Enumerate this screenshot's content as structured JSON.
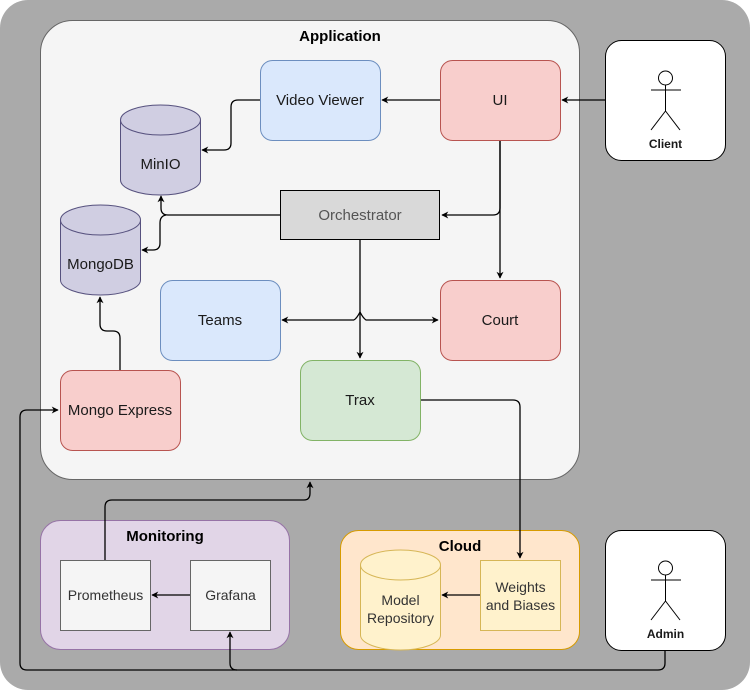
{
  "diagram": {
    "groups": {
      "application": {
        "title": "Application",
        "fill": "#f5f5f5",
        "stroke": "#666666"
      },
      "monitoring": {
        "title": "Monitoring",
        "fill": "#e1d5e7",
        "stroke": "#9673a6"
      },
      "cloud": {
        "title": "Cloud",
        "fill": "#ffe6cc",
        "stroke": "#d79b00"
      }
    },
    "background": "#aaaaaa",
    "nodes": {
      "video_viewer": {
        "label": "Video Viewer",
        "fill": "#dae8fc",
        "stroke": "#6c8ebf"
      },
      "ui": {
        "label": "UI",
        "fill": "#f8cecc",
        "stroke": "#b85450"
      },
      "minio": {
        "label": "MinIO",
        "fill": "#d0cee2",
        "stroke": "#56517e"
      },
      "mongodb": {
        "label": "MongoDB",
        "fill": "#d0cee2",
        "stroke": "#56517e"
      },
      "orchestrator": {
        "label": "Orchestrator",
        "fill": "#d9d9d9",
        "stroke": "#000000"
      },
      "teams": {
        "label": "Teams",
        "fill": "#dae8fc",
        "stroke": "#6c8ebf"
      },
      "court": {
        "label": "Court",
        "fill": "#f8cecc",
        "stroke": "#b85450"
      },
      "trax": {
        "label": "Trax",
        "fill": "#d5e8d4",
        "stroke": "#82b366"
      },
      "mongo_express": {
        "label": "Mongo Express",
        "fill": "#f8cecc",
        "stroke": "#b85450"
      },
      "prometheus": {
        "label": "Prometheus",
        "fill": "#f5f5f5",
        "stroke": "#666666"
      },
      "grafana": {
        "label": "Grafana",
        "fill": "#f5f5f5",
        "stroke": "#666666"
      },
      "model_repository": {
        "line1": "Model",
        "line2": "Repository",
        "fill": "#fff2cc",
        "stroke": "#d6b656"
      },
      "weights_biases": {
        "line1": "Weights",
        "line2": "and Biases",
        "fill": "#fff2cc",
        "stroke": "#d6b656"
      }
    },
    "actors": {
      "client": {
        "label": "Client"
      },
      "admin": {
        "label": "Admin"
      }
    },
    "edges": [
      {
        "from": "client",
        "to": "ui"
      },
      {
        "from": "ui",
        "to": "video_viewer"
      },
      {
        "from": "video_viewer",
        "to": "minio"
      },
      {
        "from": "ui",
        "to": "orchestrator"
      },
      {
        "from": "ui",
        "to": "court"
      },
      {
        "from": "orchestrator",
        "to": "minio"
      },
      {
        "from": "orchestrator",
        "to": "mongodb"
      },
      {
        "from": "orchestrator",
        "to": "teams"
      },
      {
        "from": "orchestrator",
        "to": "court"
      },
      {
        "from": "orchestrator",
        "to": "trax"
      },
      {
        "from": "mongo_express",
        "to": "mongodb"
      },
      {
        "from": "trax",
        "to": "weights_biases"
      },
      {
        "from": "weights_biases",
        "to": "model_repository"
      },
      {
        "from": "grafana",
        "to": "prometheus"
      },
      {
        "from": "prometheus",
        "to": "application"
      },
      {
        "from": "admin",
        "to": "grafana"
      },
      {
        "from": "admin",
        "to": "mongo_express"
      }
    ]
  }
}
